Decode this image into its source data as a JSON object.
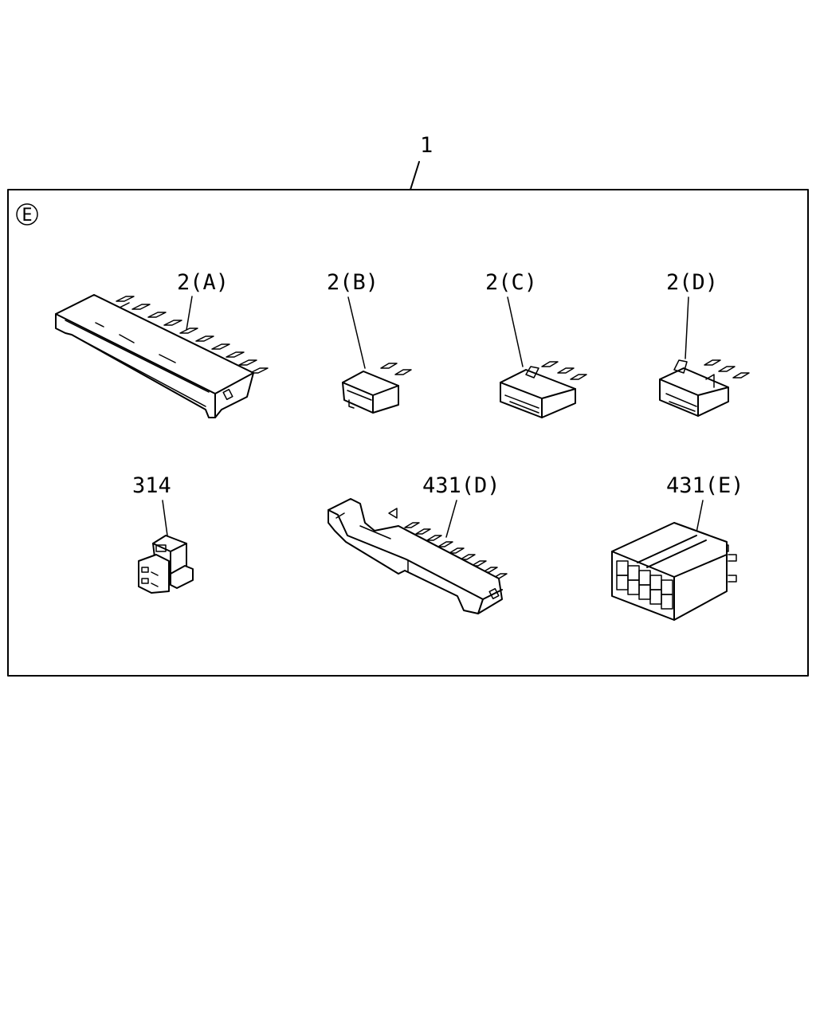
{
  "assembly": {
    "callout": "1",
    "variant_mark": "E"
  },
  "parts": {
    "2A": {
      "callout": "2(A)",
      "part_shape": "connector-10pin-housing"
    },
    "2B": {
      "callout": "2(B)",
      "part_shape": "connector-2pin-small"
    },
    "2C": {
      "callout": "2(C)",
      "part_shape": "connector-3pin-latch"
    },
    "2D": {
      "callout": "2(D)",
      "part_shape": "connector-3pin-latch-side"
    },
    "314": {
      "callout": "314",
      "part_shape": "clip-bracket"
    },
    "431D": {
      "callout": "431(D)",
      "part_shape": "connector-10pin-mount"
    },
    "431E": {
      "callout": "431(E)",
      "part_shape": "connector-10way-block"
    }
  },
  "colors": {
    "line": "#000000",
    "background": "#ffffff"
  }
}
